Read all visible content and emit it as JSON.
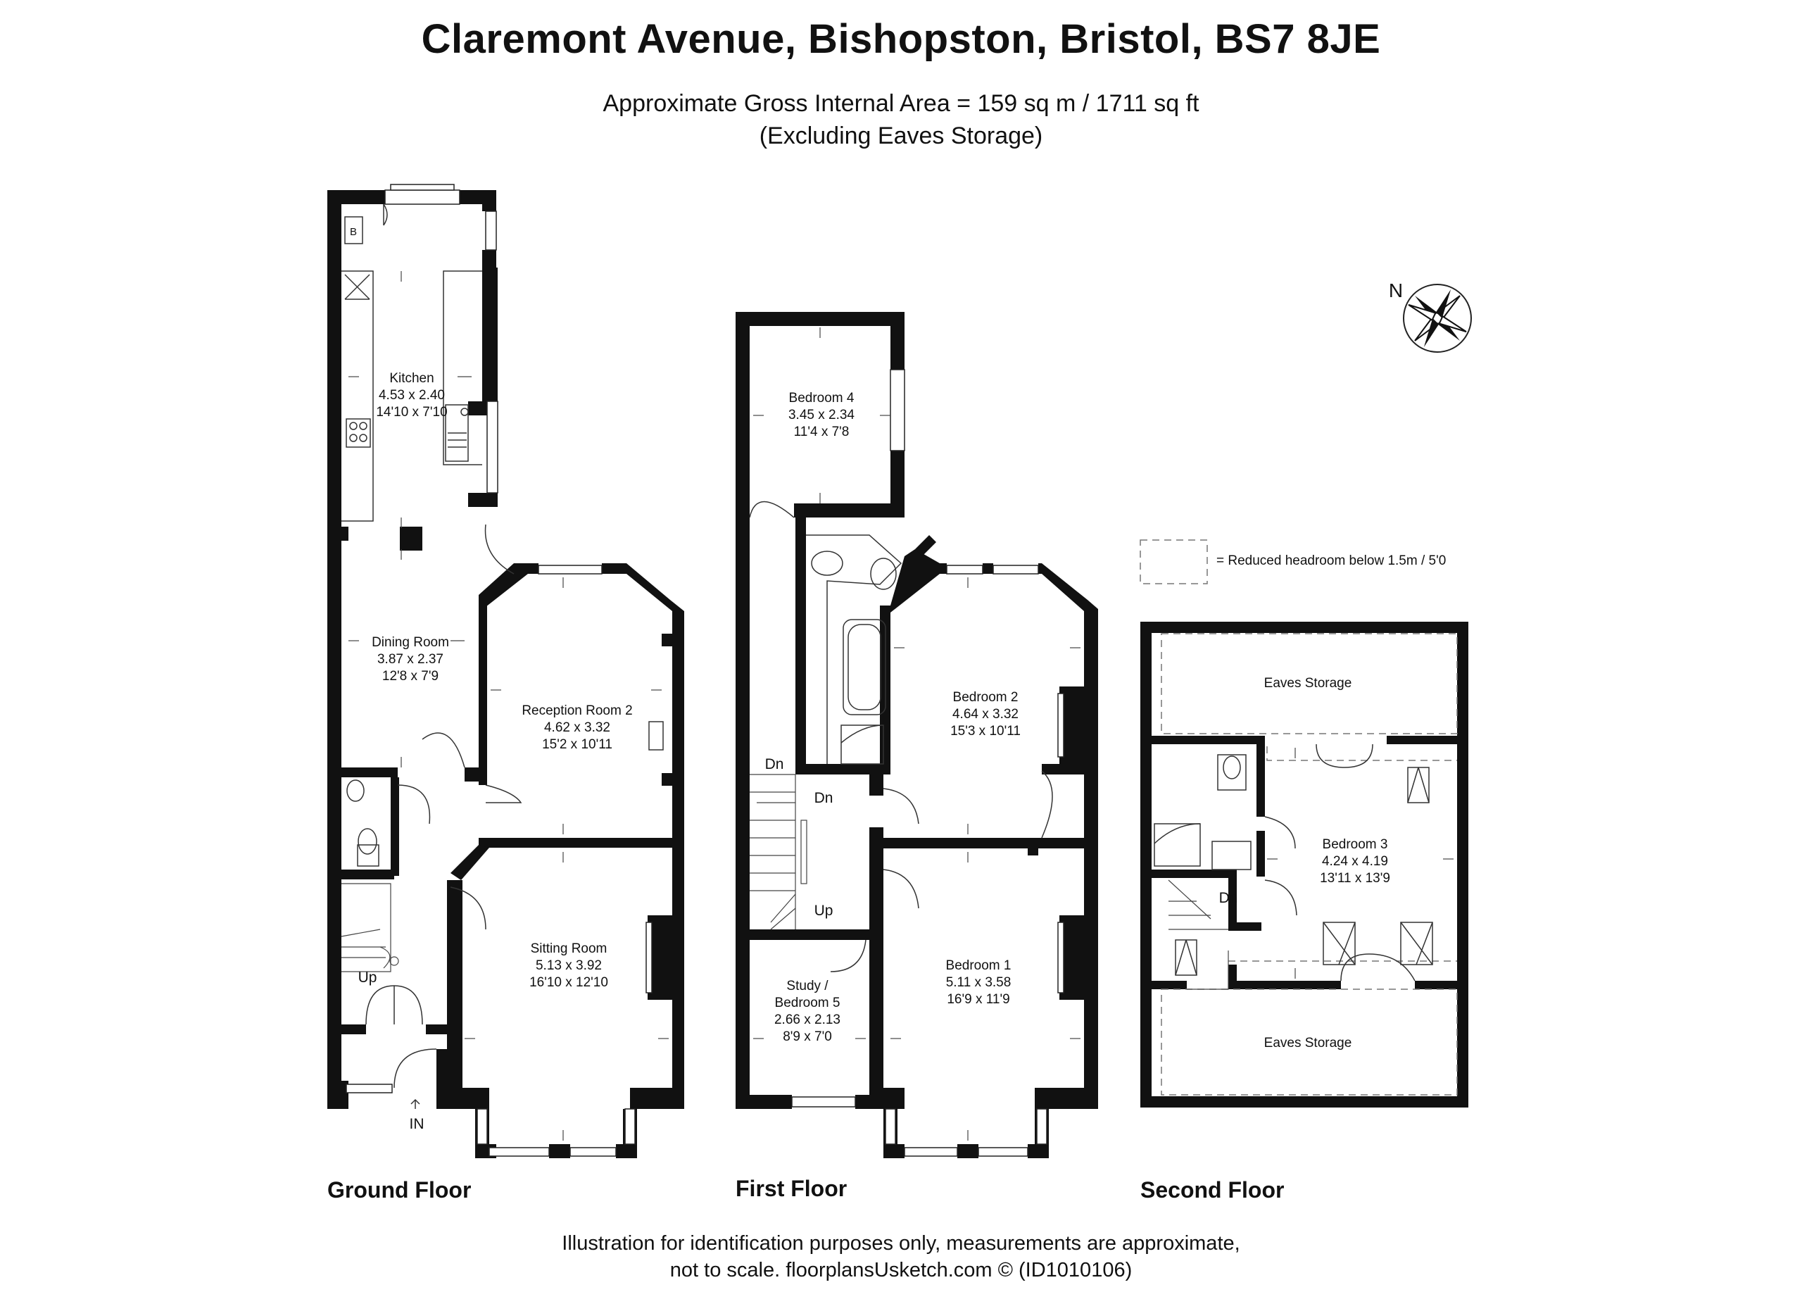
{
  "header": {
    "title": "Claremont Avenue, Bishopston, Bristol, BS7 8JE",
    "area": "Approximate Gross Internal Area = 159 sq m / 1711 sq ft",
    "area_note": "(Excluding Eaves Storage)"
  },
  "compass": {
    "label": "N",
    "icon": "compass-rose-icon"
  },
  "legend": {
    "text": "= Reduced headroom below 1.5m / 5'0"
  },
  "floors": {
    "ground": {
      "label": "Ground Floor",
      "rooms": {
        "kitchen": {
          "name": "Kitchen",
          "metric": "4.53 x 2.40",
          "imperial": "14'10 x 7'10"
        },
        "dining": {
          "name": "Dining Room",
          "metric": "3.87 x 2.37",
          "imperial": "12'8 x 7'9"
        },
        "reception": {
          "name": "Reception Room 2",
          "metric": "4.62 x 3.32",
          "imperial": "15'2 x 10'11"
        },
        "sitting": {
          "name": "Sitting Room",
          "metric": "5.13 x 3.92",
          "imperial": "16'10 x 12'10"
        }
      },
      "boiler": "B",
      "stairs_up": "Up",
      "entrance": "IN"
    },
    "first": {
      "label": "First Floor",
      "rooms": {
        "bedroom4": {
          "name": "Bedroom 4",
          "metric": "3.45 x 2.34",
          "imperial": "11'4 x 7'8"
        },
        "bedroom2": {
          "name": "Bedroom 2",
          "metric": "4.64 x 3.32",
          "imperial": "15'3 x 10'11"
        },
        "bedroom1": {
          "name": "Bedroom 1",
          "metric": "5.11 x 3.58",
          "imperial": "16'9 x 11'9"
        },
        "study": {
          "name1": "Study /",
          "name2": "Bedroom 5",
          "metric": "2.66 x 2.13",
          "imperial": "8'9 x 7'0"
        }
      },
      "stairs_dn1": "Dn",
      "stairs_dn2": "Dn",
      "stairs_up": "Up"
    },
    "second": {
      "label": "Second Floor",
      "rooms": {
        "bedroom3": {
          "name": "Bedroom 3",
          "metric": "4.24 x 4.19",
          "imperial": "13'11 x 13'9"
        },
        "eaves_top": {
          "name": "Eaves Storage"
        },
        "eaves_bottom": {
          "name": "Eaves Storage"
        }
      },
      "stairs_dn": "Dn"
    }
  },
  "footer": {
    "line1": "Illustration for identification purposes only, measurements are approximate,",
    "line2": "not to scale. floorplansUsketch.com © (ID1010106)"
  },
  "colors": {
    "wall": "#111111",
    "background": "#ffffff",
    "fixture": "#333333",
    "dashed": "#777777"
  }
}
